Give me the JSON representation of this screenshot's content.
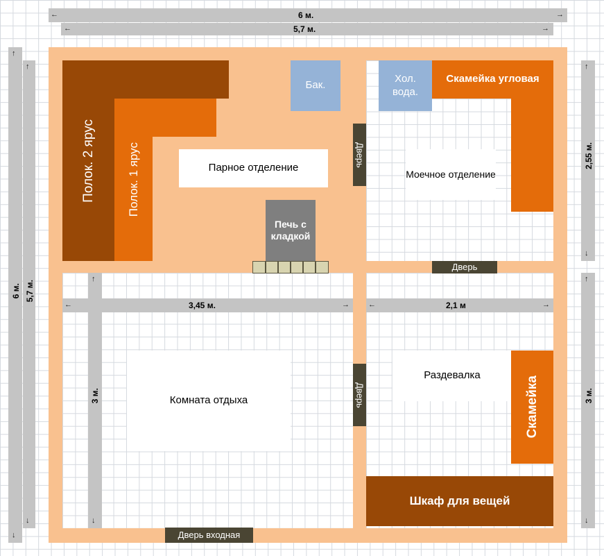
{
  "dimensions": {
    "top_outer": "6 м.",
    "top_inner": "5,7 м.",
    "left_outer": "6 м.",
    "left_inner": "5,7 м.",
    "right_upper": "2,55 м.",
    "right_lower": "3 м.",
    "rest_room_width": "3,45 м.",
    "dressing_width": "2,1 м",
    "rest_room_height": "3 м."
  },
  "rooms": {
    "steam": "Парное отделение",
    "washing": "Моечное отделение",
    "rest": "Комната отдыха",
    "dressing": "Раздевалка"
  },
  "furniture": {
    "shelf_tier2": "Полок. 2 ярус",
    "shelf_tier1": "Полок. 1 ярус",
    "tank": "Бак.",
    "cold_water": "Хол. вода.",
    "corner_bench": "Скамейка угловая",
    "stove": "Печь с кладкой",
    "bench": "Скамейка",
    "wardrobe": "Шкаф для вещей"
  },
  "doors": {
    "steam_wash": "Дверь",
    "wash_dressing": "Дверь",
    "rest_dressing": "Дверь",
    "entrance": "Дверь входная"
  },
  "colors": {
    "wall": "#f9c18f",
    "dark_brown": "#984806",
    "orange": "#e46c0a",
    "light_blue": "#95b3d7",
    "gray": "#7f7f7f",
    "door": "#4a4533",
    "dimension": "#c4c4c4"
  }
}
